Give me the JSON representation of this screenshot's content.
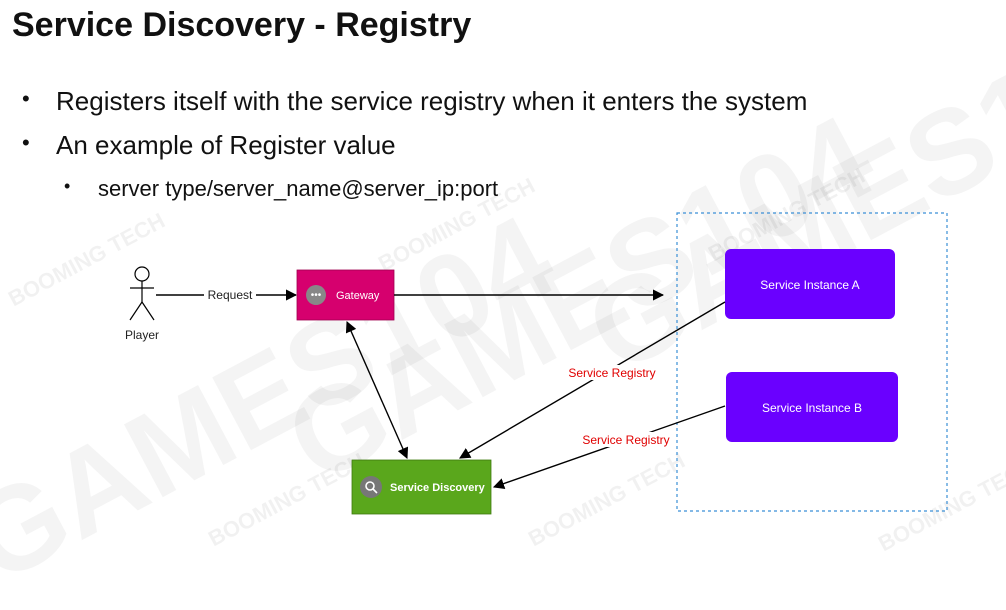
{
  "title": "Service Discovery - Registry",
  "bullets": [
    "Registers itself with the service registry when it enters the system",
    "An example of Register value"
  ],
  "sub_bullets": [
    "server type/server_name@server_ip:port"
  ],
  "diagram": {
    "player": "Player",
    "request_label": "Request",
    "gateway": "Gateway",
    "service_discovery": "Service Discovery",
    "instance_a": "Service Instance A",
    "instance_b": "Service Instance B",
    "registry_label_a": "Service Registry",
    "registry_label_b": "Service Registry"
  },
  "watermark": "GAMES104",
  "watermark_logo": "BOOMING TECH",
  "colors": {
    "gateway": "#d6006e",
    "discovery": "#5aa71c",
    "instance": "#6a00ff",
    "registry_label": "#e00000",
    "container_border": "#3b8fd6"
  }
}
